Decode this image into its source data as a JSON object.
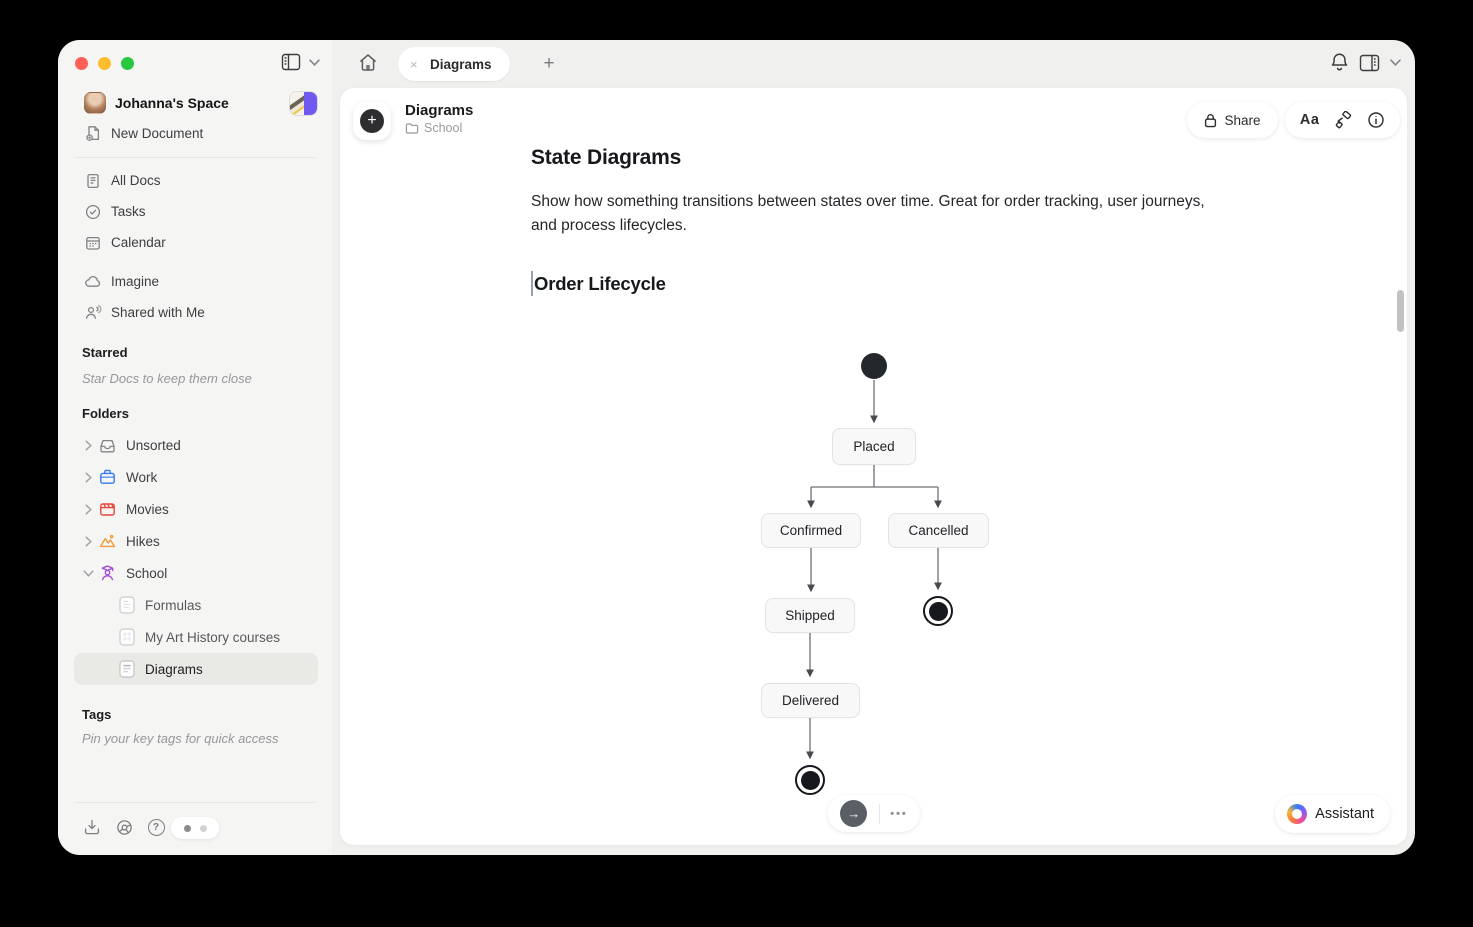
{
  "sidebar": {
    "workspace_name": "Johanna's Space",
    "new_document_label": "New Document",
    "nav_primary": [
      {
        "label": "All Docs"
      },
      {
        "label": "Tasks"
      },
      {
        "label": "Calendar"
      }
    ],
    "nav_secondary": [
      {
        "label": "Imagine"
      },
      {
        "label": "Shared with Me"
      }
    ],
    "starred_title": "Starred",
    "starred_hint": "Star Docs to keep them close",
    "folders_title": "Folders",
    "folders": [
      {
        "label": "Unsorted"
      },
      {
        "label": "Work"
      },
      {
        "label": "Movies"
      },
      {
        "label": "Hikes"
      },
      {
        "label": "School"
      }
    ],
    "school_children": [
      {
        "label": "Formulas"
      },
      {
        "label": "My Art History courses"
      },
      {
        "label": "Diagrams"
      }
    ],
    "tags_title": "Tags",
    "tags_hint": "Pin your key tags for quick access"
  },
  "tab_bar": {
    "close_glyph": "×",
    "active_tab": "Diagrams",
    "add_glyph": "+"
  },
  "doc_header": {
    "add_glyph": "+",
    "title": "Diagrams",
    "folder": "School",
    "share_label": "Share",
    "format_label": "Aa"
  },
  "document": {
    "heading1": "State Diagrams",
    "paragraph": "Show how something transitions between states over time. Great for order tracking, user journeys, and process lifecycles.",
    "heading2": "Order Lifecycle"
  },
  "diagram": {
    "type": "state-diagram",
    "states": [
      {
        "label": "Placed"
      },
      {
        "label": "Confirmed"
      },
      {
        "label": "Cancelled"
      },
      {
        "label": "Shipped"
      },
      {
        "label": "Delivered"
      }
    ],
    "transitions": [
      {
        "from": "start",
        "to": "Placed"
      },
      {
        "from": "Placed",
        "to": "Confirmed"
      },
      {
        "from": "Placed",
        "to": "Cancelled"
      },
      {
        "from": "Confirmed",
        "to": "Shipped"
      },
      {
        "from": "Cancelled",
        "to": "end"
      },
      {
        "from": "Shipped",
        "to": "Delivered"
      },
      {
        "from": "Delivered",
        "to": "end"
      }
    ]
  },
  "bottom_toolbar": {
    "arrow_glyph": "→",
    "ellipsis_glyph": "•••"
  },
  "assistant_label": "Assistant",
  "help_glyph": "?",
  "colors": {
    "work_blue": "#3478f6",
    "movies_red": "#e8453c",
    "hikes_orange": "#f09b38",
    "school_purple": "#a44bd3",
    "selected_row": "#e9e9e6",
    "assistant_ring": [
      "#2f7cf6",
      "#8a5cf5",
      "#ef4aa2",
      "#f77b3d",
      "#f3b63a"
    ]
  }
}
